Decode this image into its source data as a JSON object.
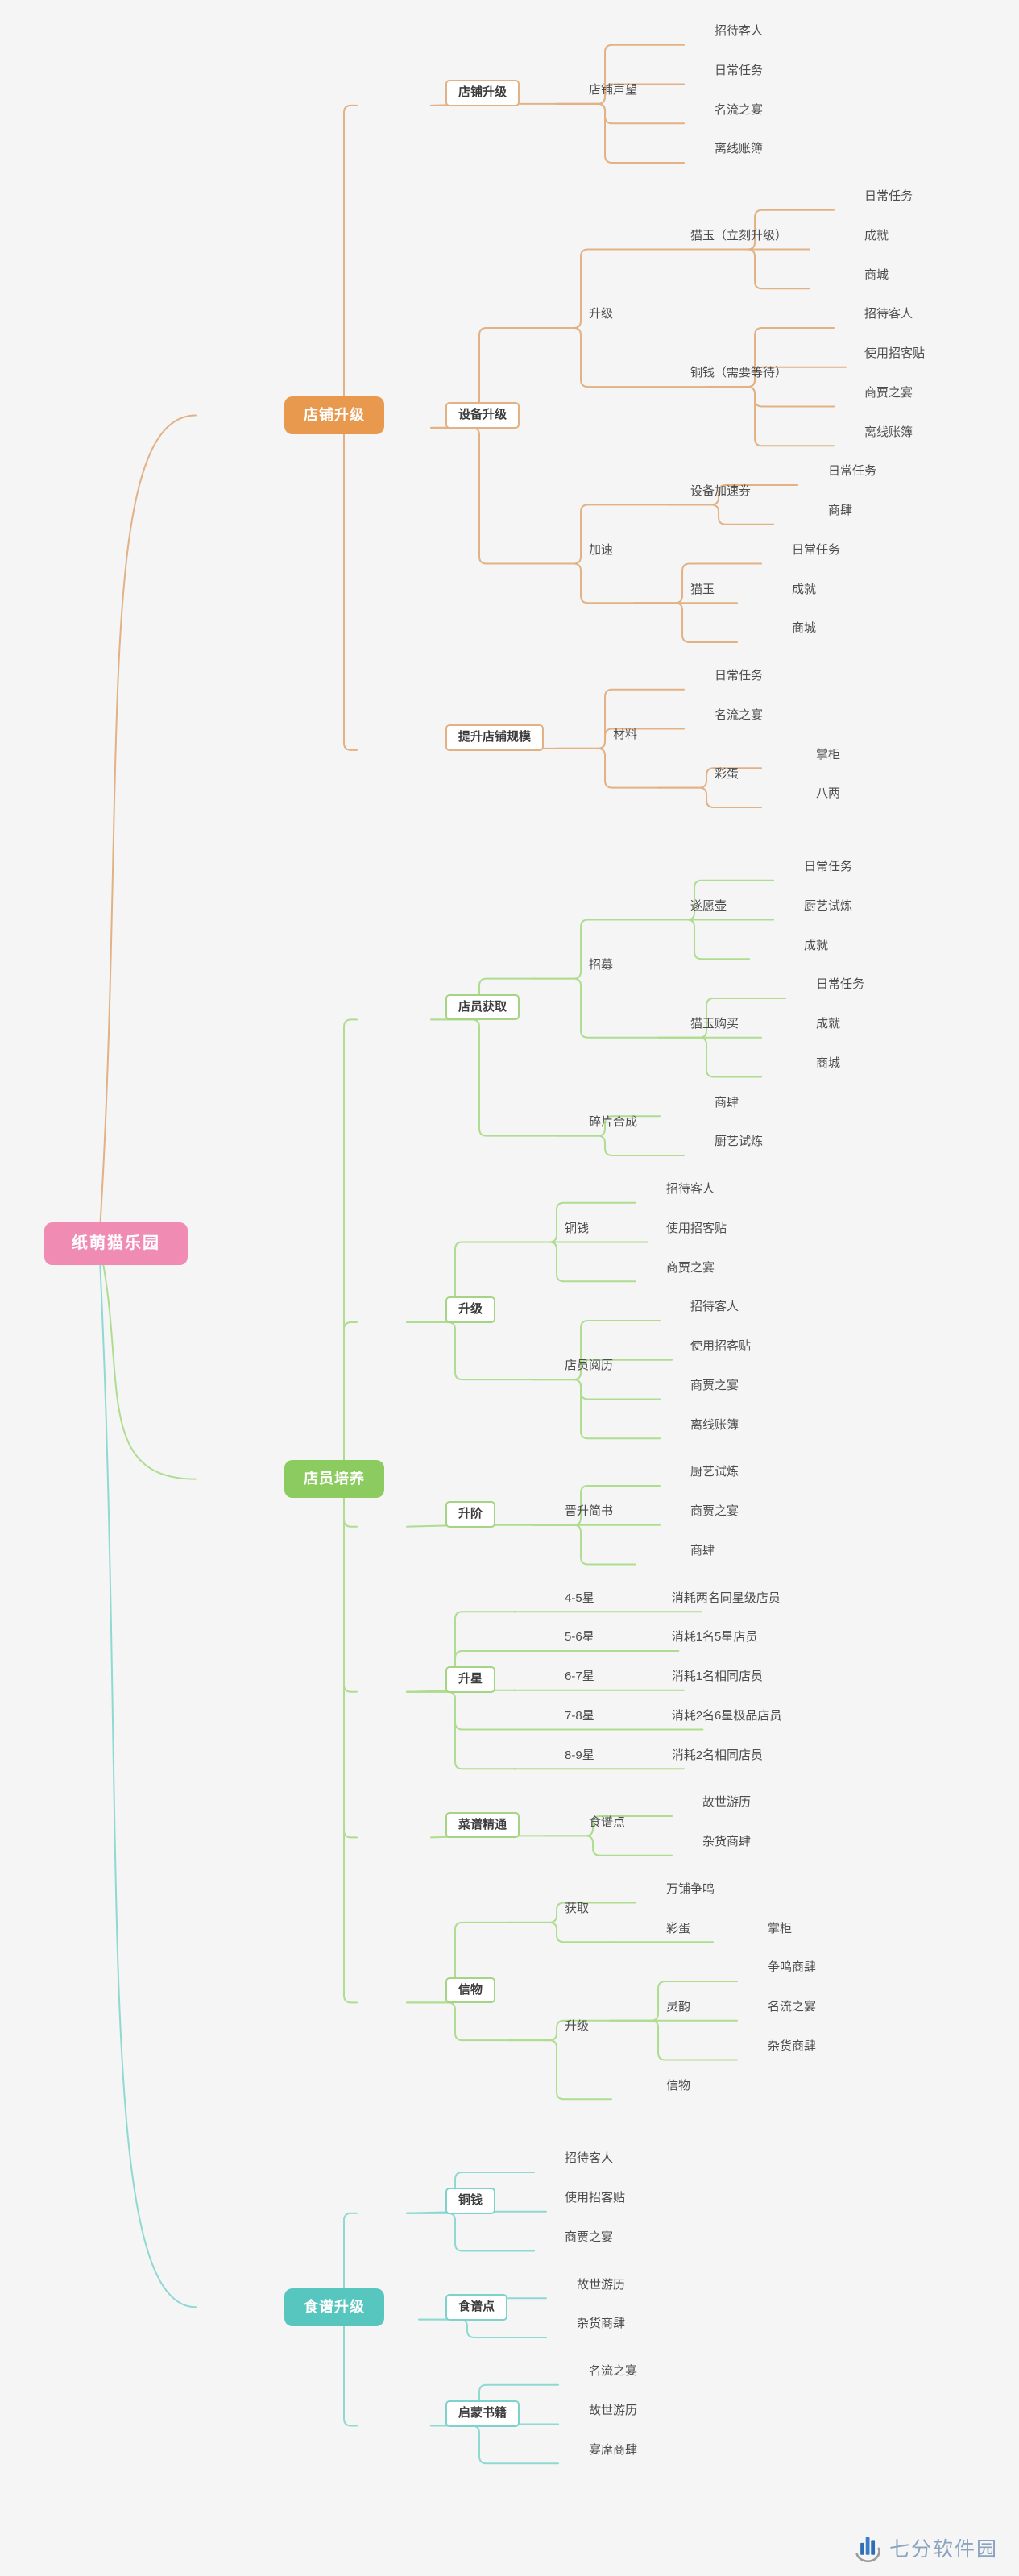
{
  "root": {
    "label": "纸萌猫乐园"
  },
  "root_color": "#f08cb3",
  "background": "#f5f5f6",
  "branches": [
    {
      "label": "店铺升级",
      "colors": {
        "fill": "#e8994d",
        "line": "#e2b184",
        "box": "#e2b184"
      },
      "children": [
        {
          "t": "box",
          "label": "店铺升级",
          "children": [
            {
              "t": "text",
              "label": "店铺声望",
              "children": [
                {
                  "t": "text",
                  "label": "招待客人"
                },
                {
                  "t": "text",
                  "label": "日常任务"
                },
                {
                  "t": "text",
                  "label": "名流之宴"
                },
                {
                  "t": "text",
                  "label": "离线账簿"
                }
              ]
            }
          ]
        },
        {
          "t": "box",
          "label": "设备升级",
          "children": [
            {
              "t": "text",
              "label": "升级",
              "children": [
                {
                  "t": "text",
                  "label": "猫玉（立刻升级）",
                  "children": [
                    {
                      "t": "text",
                      "label": "日常任务"
                    },
                    {
                      "t": "text",
                      "label": "成就"
                    },
                    {
                      "t": "text",
                      "label": "商城"
                    }
                  ]
                },
                {
                  "t": "text",
                  "label": "铜钱（需要等待）",
                  "children": [
                    {
                      "t": "text",
                      "label": "招待客人"
                    },
                    {
                      "t": "text",
                      "label": "使用招客贴"
                    },
                    {
                      "t": "text",
                      "label": "商贾之宴"
                    },
                    {
                      "t": "text",
                      "label": "离线账簿"
                    }
                  ]
                }
              ]
            },
            {
              "t": "text",
              "label": "加速",
              "children": [
                {
                  "t": "text",
                  "label": "设备加速券",
                  "children": [
                    {
                      "t": "text",
                      "label": "日常任务"
                    },
                    {
                      "t": "text",
                      "label": "商肆"
                    }
                  ]
                },
                {
                  "t": "text",
                  "label": "猫玉",
                  "children": [
                    {
                      "t": "text",
                      "label": "日常任务"
                    },
                    {
                      "t": "text",
                      "label": "成就"
                    },
                    {
                      "t": "text",
                      "label": "商城"
                    }
                  ]
                }
              ]
            }
          ]
        },
        {
          "t": "box",
          "label": "提升店铺规模",
          "children": [
            {
              "t": "text",
              "label": "材料",
              "children": [
                {
                  "t": "text",
                  "label": "日常任务"
                },
                {
                  "t": "text",
                  "label": "名流之宴"
                },
                {
                  "t": "text",
                  "label": "彩蛋",
                  "children": [
                    {
                      "t": "text",
                      "label": "掌柜"
                    },
                    {
                      "t": "text",
                      "label": "八两"
                    }
                  ]
                }
              ]
            }
          ]
        }
      ]
    },
    {
      "label": "店员培养",
      "colors": {
        "fill": "#8ccb60",
        "line": "#aedd90",
        "box": "#a5d584"
      },
      "children": [
        {
          "t": "box",
          "label": "店员获取",
          "children": [
            {
              "t": "text",
              "label": "招募",
              "children": [
                {
                  "t": "text",
                  "label": "遂愿壶",
                  "children": [
                    {
                      "t": "text",
                      "label": "日常任务"
                    },
                    {
                      "t": "text",
                      "label": "厨艺试炼"
                    },
                    {
                      "t": "text",
                      "label": "成就"
                    }
                  ]
                },
                {
                  "t": "text",
                  "label": "猫玉购买",
                  "children": [
                    {
                      "t": "text",
                      "label": "日常任务"
                    },
                    {
                      "t": "text",
                      "label": "成就"
                    },
                    {
                      "t": "text",
                      "label": "商城"
                    }
                  ]
                }
              ]
            },
            {
              "t": "text",
              "label": "碎片合成",
              "children": [
                {
                  "t": "text",
                  "label": "商肆"
                },
                {
                  "t": "text",
                  "label": "厨艺试炼"
                }
              ]
            }
          ]
        },
        {
          "t": "box",
          "label": "升级",
          "children": [
            {
              "t": "text",
              "label": "铜钱",
              "children": [
                {
                  "t": "text",
                  "label": "招待客人"
                },
                {
                  "t": "text",
                  "label": "使用招客贴"
                },
                {
                  "t": "text",
                  "label": "商贾之宴"
                }
              ]
            },
            {
              "t": "text",
              "label": "店员阅历",
              "children": [
                {
                  "t": "text",
                  "label": "招待客人"
                },
                {
                  "t": "text",
                  "label": "使用招客贴"
                },
                {
                  "t": "text",
                  "label": "商贾之宴"
                },
                {
                  "t": "text",
                  "label": "离线账簿"
                }
              ]
            }
          ]
        },
        {
          "t": "box",
          "label": "升阶",
          "children": [
            {
              "t": "text",
              "label": "晋升简书",
              "children": [
                {
                  "t": "text",
                  "label": "厨艺试炼"
                },
                {
                  "t": "text",
                  "label": "商贾之宴"
                },
                {
                  "t": "text",
                  "label": "商肆"
                }
              ]
            }
          ]
        },
        {
          "t": "box",
          "label": "升星",
          "children": [
            {
              "t": "text",
              "label": "4-5星",
              "children": [
                {
                  "t": "text",
                  "label": "消耗两名同星级店员"
                }
              ]
            },
            {
              "t": "text",
              "label": "5-6星",
              "children": [
                {
                  "t": "text",
                  "label": "消耗1名5星店员"
                }
              ]
            },
            {
              "t": "text",
              "label": "6-7星",
              "children": [
                {
                  "t": "text",
                  "label": "消耗1名相同店员"
                }
              ]
            },
            {
              "t": "text",
              "label": "7-8星",
              "children": [
                {
                  "t": "text",
                  "label": "消耗2名6星极品店员"
                }
              ]
            },
            {
              "t": "text",
              "label": "8-9星",
              "children": [
                {
                  "t": "text",
                  "label": "消耗2名相同店员"
                }
              ]
            }
          ]
        },
        {
          "t": "box",
          "label": "菜谱精通",
          "children": [
            {
              "t": "text",
              "label": "食谱点",
              "children": [
                {
                  "t": "text",
                  "label": "故世游历"
                },
                {
                  "t": "text",
                  "label": "杂货商肆"
                }
              ]
            }
          ]
        },
        {
          "t": "box",
          "label": "信物",
          "children": [
            {
              "t": "text",
              "label": "获取",
              "children": [
                {
                  "t": "text",
                  "label": "万铺争鸣"
                },
                {
                  "t": "text",
                  "label": "彩蛋",
                  "children": [
                    {
                      "t": "text",
                      "label": "掌柜"
                    }
                  ]
                }
              ]
            },
            {
              "t": "text",
              "label": "升级",
              "children": [
                {
                  "t": "text",
                  "label": "灵韵",
                  "children": [
                    {
                      "t": "text",
                      "label": "争鸣商肆"
                    },
                    {
                      "t": "text",
                      "label": "名流之宴"
                    },
                    {
                      "t": "text",
                      "label": "杂货商肆"
                    }
                  ]
                },
                {
                  "t": "text",
                  "label": "信物"
                }
              ]
            }
          ]
        }
      ]
    },
    {
      "label": "食谱升级",
      "colors": {
        "fill": "#57c6be",
        "line": "#8fd9d3",
        "box": "#7fd2cb"
      },
      "children": [
        {
          "t": "box",
          "label": "铜钱",
          "children": [
            {
              "t": "text",
              "label": "招待客人"
            },
            {
              "t": "text",
              "label": "使用招客贴"
            },
            {
              "t": "text",
              "label": "商贾之宴"
            }
          ]
        },
        {
          "t": "box",
          "label": "食谱点",
          "children": [
            {
              "t": "text",
              "label": "故世游历"
            },
            {
              "t": "text",
              "label": "杂货商肆"
            }
          ]
        },
        {
          "t": "box",
          "label": "启蒙书籍",
          "children": [
            {
              "t": "text",
              "label": "名流之宴"
            },
            {
              "t": "text",
              "label": "故世游历"
            },
            {
              "t": "text",
              "label": "宴席商肆"
            }
          ]
        }
      ]
    }
  ],
  "watermark": {
    "text": "七分软件园",
    "text_color": "#8ca3bf",
    "bar_color": "#2f6eb3",
    "bar_color_light": "#3c7cc4",
    "swoosh_color": "#9b9b9b"
  }
}
